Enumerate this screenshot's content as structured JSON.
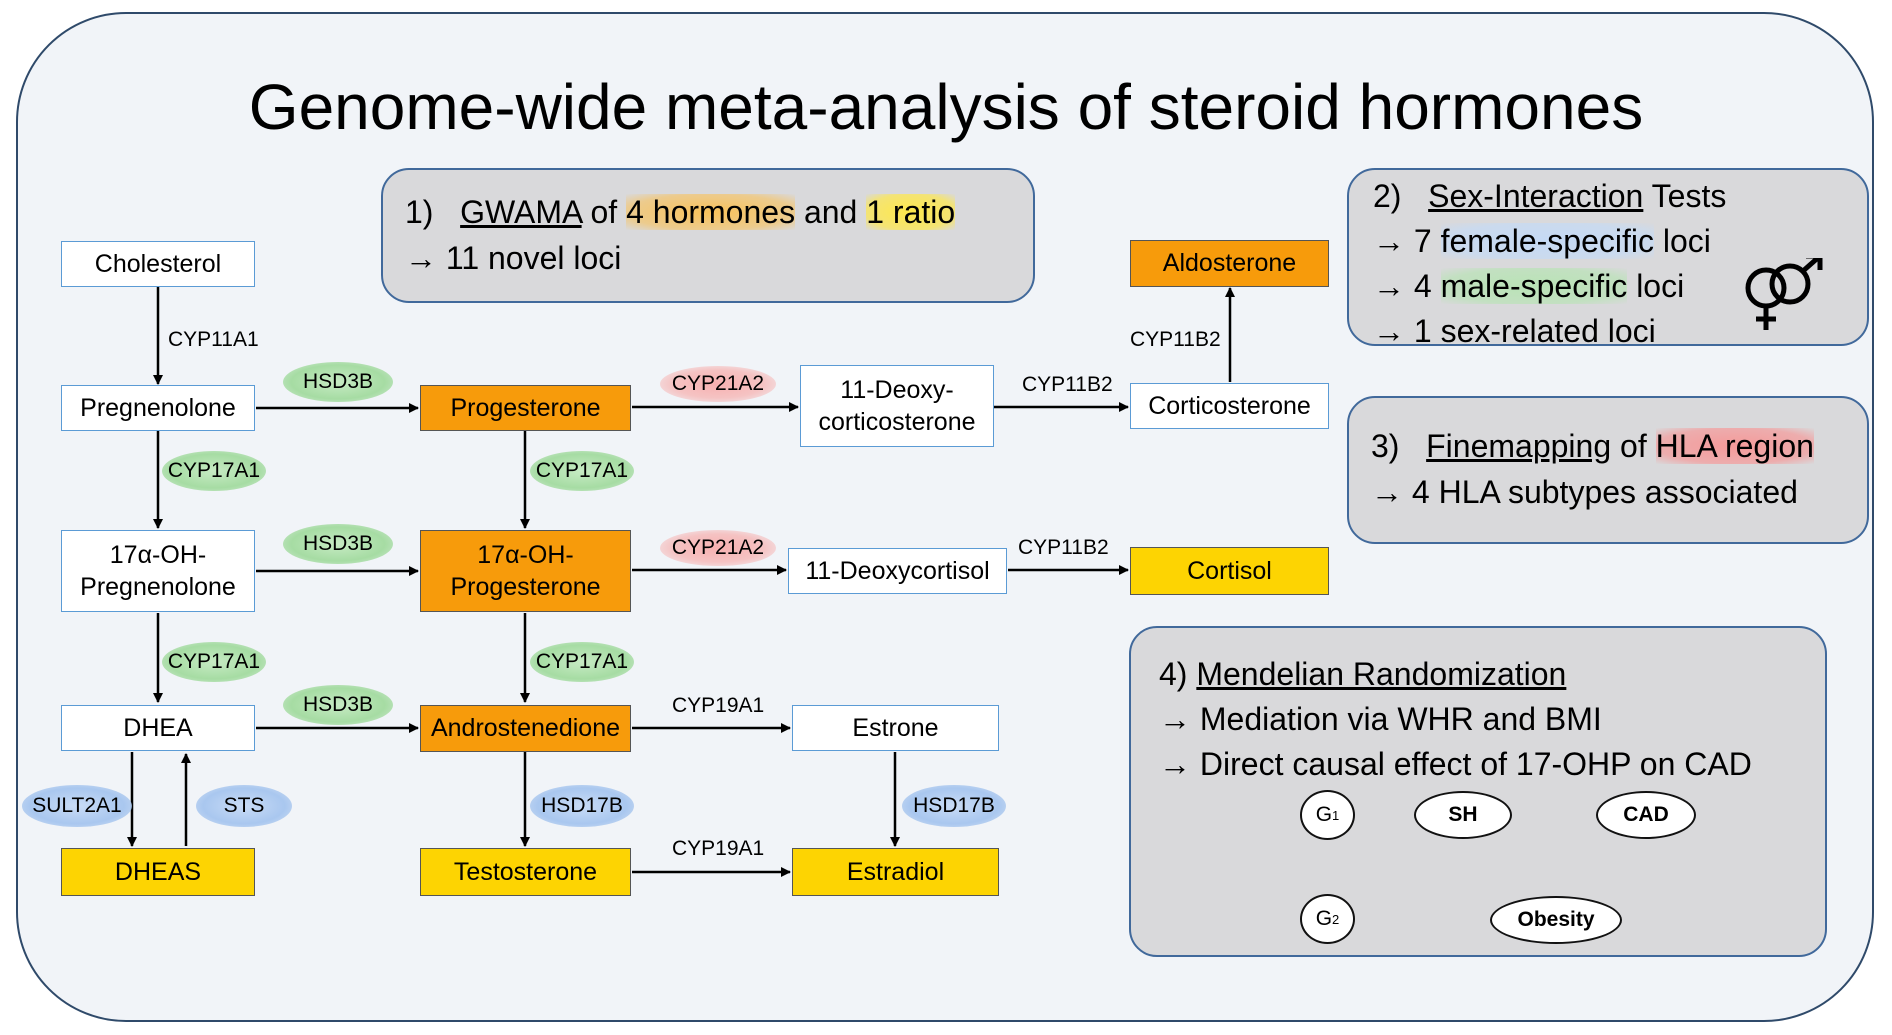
{
  "title": "Genome-wide meta-analysis of steroid hormones",
  "nodes": {
    "cholesterol": "Cholesterol",
    "pregnenolone": "Pregnenolone",
    "progesterone": "Progesterone",
    "deoxycorticosterone_l1": "11-Deoxy-",
    "deoxycorticosterone_l2": "corticosterone",
    "corticosterone": "Corticosterone",
    "aldosterone": "Aldosterone",
    "oh_pregnenolone_l1": "17α-OH-",
    "oh_pregnenolone_l2": "Pregnenolone",
    "oh_progesterone_l1": "17α-OH-",
    "oh_progesterone_l2": "Progesterone",
    "deoxycortisol": "11-Deoxycortisol",
    "cortisol": "Cortisol",
    "dhea": "DHEA",
    "androstenedione": "Androstenedione",
    "estrone": "Estrone",
    "dheas": "DHEAS",
    "testosterone": "Testosterone",
    "estradiol": "Estradiol"
  },
  "enzymes": {
    "cyp11a1": "CYP11A1",
    "hsd3b": "HSD3B",
    "cyp17a1": "CYP17A1",
    "cyp21a2": "CYP21A2",
    "cyp11b2": "CYP11B2",
    "cyp19a1": "CYP19A1",
    "sult2a1": "SULT2A1",
    "sts": "STS",
    "hsd17b": "HSD17B"
  },
  "panel1": {
    "num": "1)",
    "gwama": "GWAMA",
    "of": "of",
    "hormones": "4 hormones",
    "and": "and",
    "ratio": "1 ratio",
    "line2": "11 novel loci"
  },
  "panel2": {
    "num": "2)",
    "title_u": "Sex-Interaction",
    "title_rest": "Tests",
    "l1_num": "7",
    "l1_hl": "female-specific",
    "l1_rest": "loci",
    "l2_num": "4",
    "l2_hl": "male-specific",
    "l2_rest": "loci",
    "l3": "1 sex-related loci"
  },
  "panel3": {
    "num": "3)",
    "title_u": "Finemapping",
    "of": "of",
    "hl": "HLA region",
    "line2": "4 HLA subtypes associated"
  },
  "panel4": {
    "num": "4)",
    "title_u": "Mendelian Randomization",
    "line1": "Mediation via WHR and BMI",
    "line2": "Direct causal effect of 17-OHP on CAD",
    "dag": {
      "g1": "G",
      "g1_sub": "1",
      "g2": "G",
      "g2_sub": "2",
      "sh": "SH",
      "cad": "CAD",
      "obesity": "Obesity"
    }
  },
  "arrow_glyph": "→",
  "colors": {
    "orange": "#f79b0b",
    "yellow": "#fdd402",
    "node_border": "#5b9bd5",
    "panel_bg": "#d9d9db",
    "panel_border": "#41699b",
    "frame_border": "#2f4a6a"
  }
}
